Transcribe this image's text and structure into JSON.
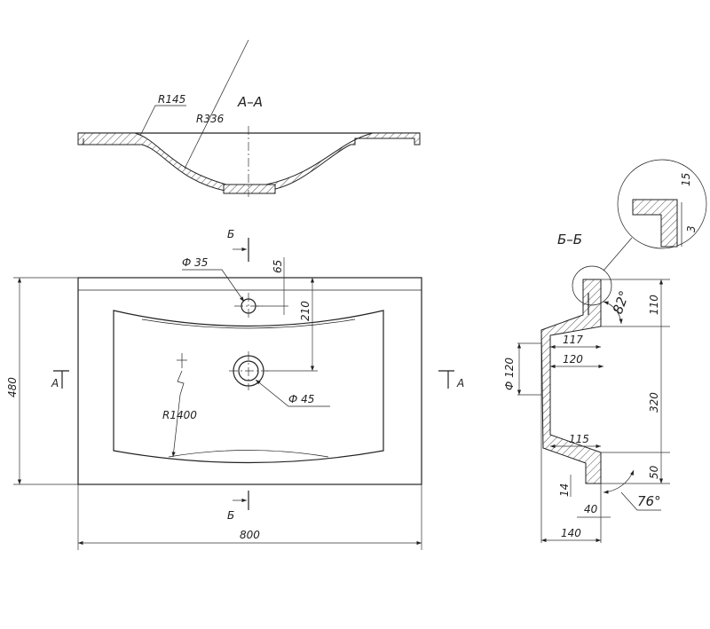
{
  "section_aa": {
    "title": "A–A",
    "radius_1": "R145",
    "radius_2": "R336"
  },
  "plan_view": {
    "hole_faucet": "Ф 35",
    "hole_drain": "Ф 45",
    "curve_radius": "R1400",
    "dim_width": "800",
    "dim_depth": "480",
    "dim_faucet_offset": "65",
    "dim_drain_offset": "210",
    "section_mark_b": "Б",
    "section_mark_a": "A"
  },
  "section_bb": {
    "title": "Б–Б",
    "dim_rim_height": "110",
    "dim_bowl_height": "320",
    "dim_base_height": "50",
    "dim_total_width": "140",
    "dim_foot_width": "40",
    "dim_foot_height": "14",
    "dim_top_inner": "117",
    "dim_mid_inner": "120",
    "dim_bottom_inner": "115",
    "dim_drain_dia": "Ф 120",
    "angle_top": "82°",
    "angle_bottom": "76°",
    "detail_dim_15": "15",
    "detail_dim_3": "3"
  }
}
